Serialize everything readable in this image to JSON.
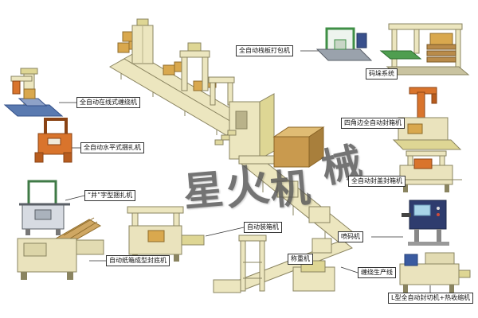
{
  "watermark": {
    "text": "星火机械",
    "chars": [
      "星",
      "火",
      "机",
      "械"
    ],
    "color": "#565656"
  },
  "labels": [
    {
      "id": "pallet-strapper",
      "text": "全自动栈板打包机"
    },
    {
      "id": "palletizing-system",
      "text": "码垛系统"
    },
    {
      "id": "four-corner-sealer",
      "text": "四角边全自动封箱机"
    },
    {
      "id": "flap-folding-sealer",
      "text": "全自动封盖封箱机"
    },
    {
      "id": "inkjet-coder",
      "text": "喷码机"
    },
    {
      "id": "wrapping-line",
      "text": "缠绕生产线"
    },
    {
      "id": "l-sealer-shrink",
      "text": "L型全自动封切机+热收缩机"
    },
    {
      "id": "inline-wrapper",
      "text": "全自动在线式缠绕机"
    },
    {
      "id": "horizontal-strapper",
      "text": "全自动水平式捆扎机"
    },
    {
      "id": "jing-type-strapper",
      "text": "“井”字型捆扎机"
    },
    {
      "id": "carton-erector",
      "text": "自动纸箱成型封底机"
    },
    {
      "id": "case-packer",
      "text": "自动装箱机"
    },
    {
      "id": "weigher",
      "text": "称重机"
    }
  ],
  "palette": {
    "machine_cream": "#ece6bf",
    "machine_cream_dark": "#ded694",
    "outline_olive": "#8a8460",
    "carton_orange": "#d9a84e",
    "accent_orange": "#d9742c",
    "accent_blue": "#3a5ba0",
    "accent_green": "#4f9e50",
    "cabinet_navy": "#2e3c6e",
    "leader_line": "#333333",
    "watermark_gray": "#565656"
  }
}
